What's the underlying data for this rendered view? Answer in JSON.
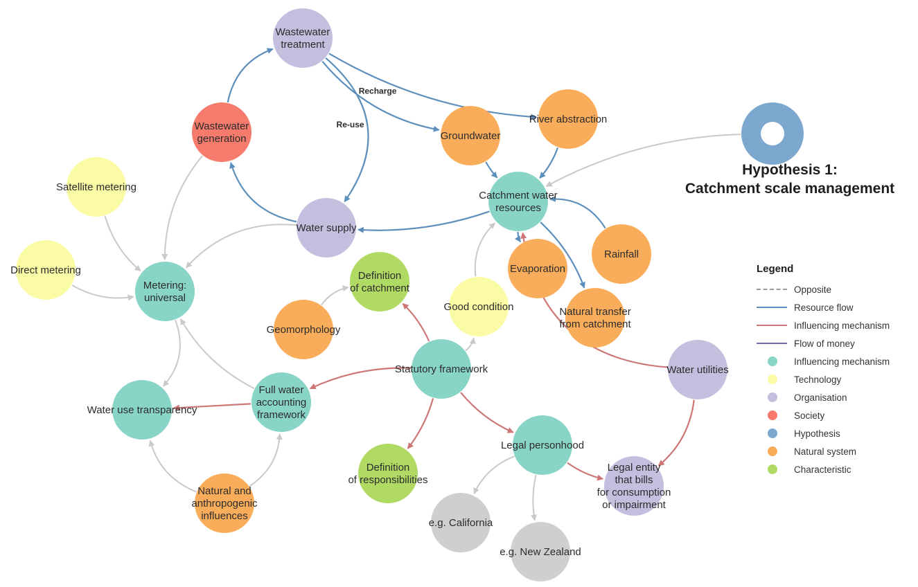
{
  "colors": {
    "influencing": "#88d4c6",
    "technology": "#fbfba6",
    "organisation": "#c4bedf",
    "society": "#f77b6c",
    "hypothesis": "#7ca8d0",
    "natural": "#f9ad5a",
    "characteristic": "#b0da64",
    "unclassified": "#cfcfcf",
    "edge_resource": "#5c8fbc",
    "edge_influence": "#cd7676",
    "edge_grey": "#c9c9c9",
    "edge_money": "#6b6fa6"
  },
  "nodes": [
    {
      "id": "wastewater_treatment",
      "label": "Wastewater\ntreatment",
      "category": "organisation"
    },
    {
      "id": "wastewater_generation",
      "label": "Wastewater\ngeneration",
      "category": "society"
    },
    {
      "id": "groundwater",
      "label": "Groundwater",
      "category": "natural"
    },
    {
      "id": "river_abstraction",
      "label": "River abstraction",
      "category": "natural"
    },
    {
      "id": "catchment_water_resources",
      "label": "Catchment water\nresources",
      "category": "influencing"
    },
    {
      "id": "water_supply",
      "label": "Water supply",
      "category": "organisation"
    },
    {
      "id": "satellite_metering",
      "label": "Satellite metering",
      "category": "technology"
    },
    {
      "id": "direct_metering",
      "label": "Direct metering",
      "category": "technology"
    },
    {
      "id": "metering_universal",
      "label": "Metering:\nuniversal",
      "category": "influencing"
    },
    {
      "id": "definition_of_catchment",
      "label": "Definition\nof catchment",
      "category": "characteristic"
    },
    {
      "id": "geomorphology",
      "label": "Geomorphology",
      "category": "natural"
    },
    {
      "id": "good_condition",
      "label": "Good condition",
      "category": "technology"
    },
    {
      "id": "evaporation",
      "label": "Evaporation",
      "category": "natural"
    },
    {
      "id": "rainfall",
      "label": "Rainfall",
      "category": "natural"
    },
    {
      "id": "natural_transfer",
      "label": "Natural transfer\nfrom catchment",
      "category": "natural"
    },
    {
      "id": "statutory_framework",
      "label": "Statutory framework",
      "category": "influencing"
    },
    {
      "id": "water_utilities",
      "label": "Water utilities",
      "category": "organisation"
    },
    {
      "id": "full_water_accounting",
      "label": "Full water\naccounting\nframework",
      "category": "influencing"
    },
    {
      "id": "water_use_transparency",
      "label": "Water use transparency",
      "category": "influencing"
    },
    {
      "id": "natural_anthropogenic",
      "label": "Natural and\nanthropogenic\ninfluences",
      "category": "natural"
    },
    {
      "id": "definition_of_responsibilities",
      "label": "Definition\nof responsibilities",
      "category": "characteristic"
    },
    {
      "id": "legal_personhood",
      "label": "Legal personhood",
      "category": "influencing"
    },
    {
      "id": "legal_entity",
      "label": "Legal entity\nthat bills\nfor consumption\nor impairment",
      "category": "organisation"
    },
    {
      "id": "eg_california",
      "label": "e.g. California",
      "category": "unclassified"
    },
    {
      "id": "eg_new_zealand",
      "label": "e.g. New Zealand",
      "category": "unclassified"
    },
    {
      "id": "hypothesis_ring",
      "label": "",
      "category": "hypothesis"
    }
  ],
  "edges": [
    {
      "from": "wastewater_treatment",
      "to": "groundwater",
      "type": "resource",
      "label": "Recharge"
    },
    {
      "from": "wastewater_treatment",
      "to": "river_abstraction",
      "type": "resource",
      "label": ""
    },
    {
      "from": "wastewater_treatment",
      "to": "water_supply",
      "type": "resource",
      "label": "Re-use"
    },
    {
      "from": "wastewater_generation",
      "to": "wastewater_treatment",
      "type": "resource",
      "label": ""
    },
    {
      "from": "water_supply",
      "to": "wastewater_generation",
      "type": "resource",
      "label": ""
    },
    {
      "from": "catchment_water_resources",
      "to": "water_supply",
      "type": "resource",
      "label": ""
    },
    {
      "from": "groundwater",
      "to": "catchment_water_resources",
      "type": "resource",
      "label": ""
    },
    {
      "from": "river_abstraction",
      "to": "catchment_water_resources",
      "type": "resource",
      "label": ""
    },
    {
      "from": "rainfall",
      "to": "catchment_water_resources",
      "type": "resource",
      "label": ""
    },
    {
      "from": "catchment_water_resources",
      "to": "evaporation",
      "type": "resource",
      "label": ""
    },
    {
      "from": "catchment_water_resources",
      "to": "natural_transfer",
      "type": "resource",
      "label": ""
    },
    {
      "from": "hypothesis_ring",
      "to": "catchment_water_resources",
      "type": "grey",
      "label": ""
    },
    {
      "from": "good_condition",
      "to": "catchment_water_resources",
      "type": "grey",
      "label": ""
    },
    {
      "from": "wastewater_generation",
      "to": "metering_universal",
      "type": "grey",
      "label": ""
    },
    {
      "from": "water_supply",
      "to": "metering_universal",
      "type": "grey",
      "label": ""
    },
    {
      "from": "satellite_metering",
      "to": "metering_universal",
      "type": "grey",
      "label": ""
    },
    {
      "from": "direct_metering",
      "to": "metering_universal",
      "type": "grey",
      "label": ""
    },
    {
      "from": "metering_universal",
      "to": "water_use_transparency",
      "type": "grey",
      "label": ""
    },
    {
      "from": "full_water_accounting",
      "to": "metering_universal",
      "type": "grey",
      "label": ""
    },
    {
      "from": "natural_anthropogenic",
      "to": "water_use_transparency",
      "type": "grey",
      "label": ""
    },
    {
      "from": "natural_anthropogenic",
      "to": "full_water_accounting",
      "type": "grey",
      "label": ""
    },
    {
      "from": "geomorphology",
      "to": "definition_of_catchment",
      "type": "grey",
      "label": ""
    },
    {
      "from": "statutory_framework",
      "to": "good_condition",
      "type": "grey",
      "label": ""
    },
    {
      "from": "legal_personhood",
      "to": "eg_california",
      "type": "grey",
      "label": ""
    },
    {
      "from": "legal_personhood",
      "to": "eg_new_zealand",
      "type": "grey",
      "label": ""
    },
    {
      "from": "statutory_framework",
      "to": "definition_of_catchment",
      "type": "influence",
      "label": ""
    },
    {
      "from": "statutory_framework",
      "to": "full_water_accounting",
      "type": "influence",
      "label": ""
    },
    {
      "from": "statutory_framework",
      "to": "definition_of_responsibilities",
      "type": "influence",
      "label": ""
    },
    {
      "from": "statutory_framework",
      "to": "legal_personhood",
      "type": "influence",
      "label": ""
    },
    {
      "from": "full_water_accounting",
      "to": "water_use_transparency",
      "type": "influence",
      "label": ""
    },
    {
      "from": "legal_personhood",
      "to": "legal_entity",
      "type": "influence",
      "label": ""
    },
    {
      "from": "water_utilities",
      "to": "catchment_water_resources",
      "type": "influence",
      "label": ""
    },
    {
      "from": "water_utilities",
      "to": "legal_entity",
      "type": "influence",
      "label": ""
    }
  ],
  "hypothesis": {
    "title_line1": "Hypothesis 1:",
    "title_line2": "Catchment scale management"
  },
  "legend": {
    "title": "Legend",
    "items": [
      {
        "label": "Opposite",
        "kind": "line",
        "style": "dashed",
        "color": "#9a9a9a"
      },
      {
        "label": "Resource flow",
        "kind": "line",
        "style": "solid",
        "color": "#5c8fbc"
      },
      {
        "label": "Influencing mechanism",
        "kind": "line",
        "style": "solid",
        "color": "#cd7676"
      },
      {
        "label": "Flow of money",
        "kind": "line",
        "style": "solid",
        "color": "#6b6fa6"
      },
      {
        "label": "Influencing mechanism",
        "kind": "dot",
        "color": "#88d4c6"
      },
      {
        "label": "Technology",
        "kind": "dot",
        "color": "#fbfba6"
      },
      {
        "label": "Organisation",
        "kind": "dot",
        "color": "#c4bedf"
      },
      {
        "label": "Society",
        "kind": "dot",
        "color": "#f77b6c"
      },
      {
        "label": "Hypothesis",
        "kind": "dot",
        "color": "#7ca8d0"
      },
      {
        "label": "Natural system",
        "kind": "dot",
        "color": "#f9ad5a"
      },
      {
        "label": "Characteristic",
        "kind": "dot",
        "color": "#b0da64"
      }
    ]
  }
}
